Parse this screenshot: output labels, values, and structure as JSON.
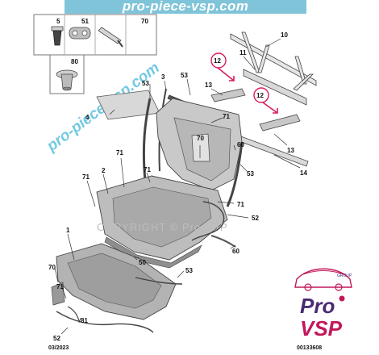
{
  "banner": {
    "text": "pro-piece-vsp.com",
    "color": "#7fc4d9"
  },
  "watermark_diagonal": "pro-piece-vsp.com",
  "watermark_copyright": "COPYRIGHT © Pro VSP",
  "inset_labels": [
    "5",
    "51",
    "70",
    "80"
  ],
  "callouts": [
    "10",
    "11",
    "12",
    "12",
    "13",
    "13",
    "14",
    "1",
    "2",
    "3",
    "4",
    "50",
    "52",
    "52",
    "53",
    "53",
    "53",
    "53",
    "60",
    "60",
    "70",
    "70",
    "71",
    "71",
    "71",
    "71",
    "71",
    "71",
    "81"
  ],
  "logo": {
    "group_text": "GROUP",
    "line1": "Pro",
    "line2": "VSP",
    "accent": "#c2185b",
    "primary": "#4a2b73"
  },
  "footer": {
    "date": "03/2023",
    "ref": "00133608"
  },
  "highlight_color": "#d81b60"
}
